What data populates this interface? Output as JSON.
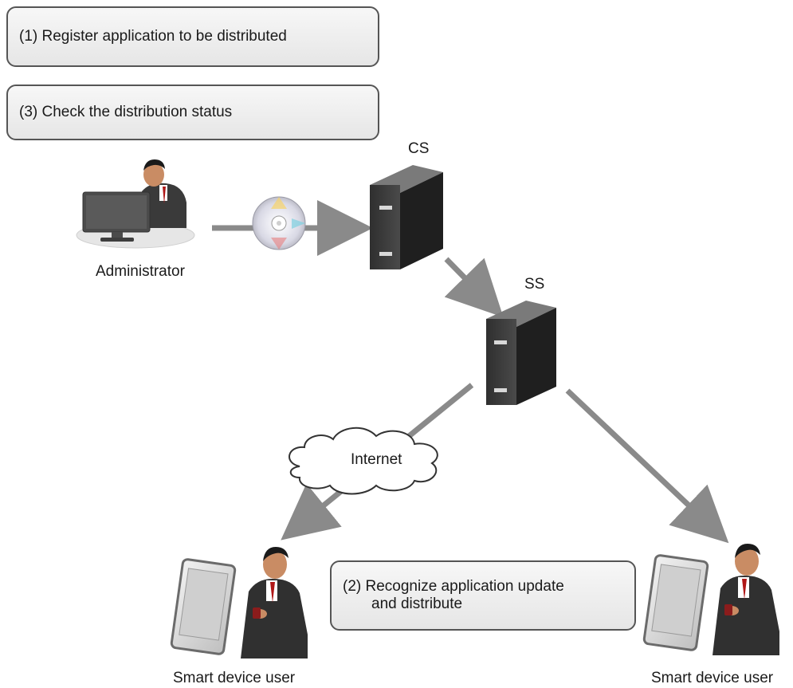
{
  "steps": {
    "step1": "(1) Register application to be distributed",
    "step3": "(3) Check the distribution status",
    "step2_line1": "(2) Recognize application update",
    "step2_line2": "and distribute"
  },
  "nodes": {
    "administrator": "Administrator",
    "cs": "CS",
    "ss": "SS",
    "internet": "Internet",
    "user_left": "Smart device user",
    "user_right": "Smart device user"
  }
}
